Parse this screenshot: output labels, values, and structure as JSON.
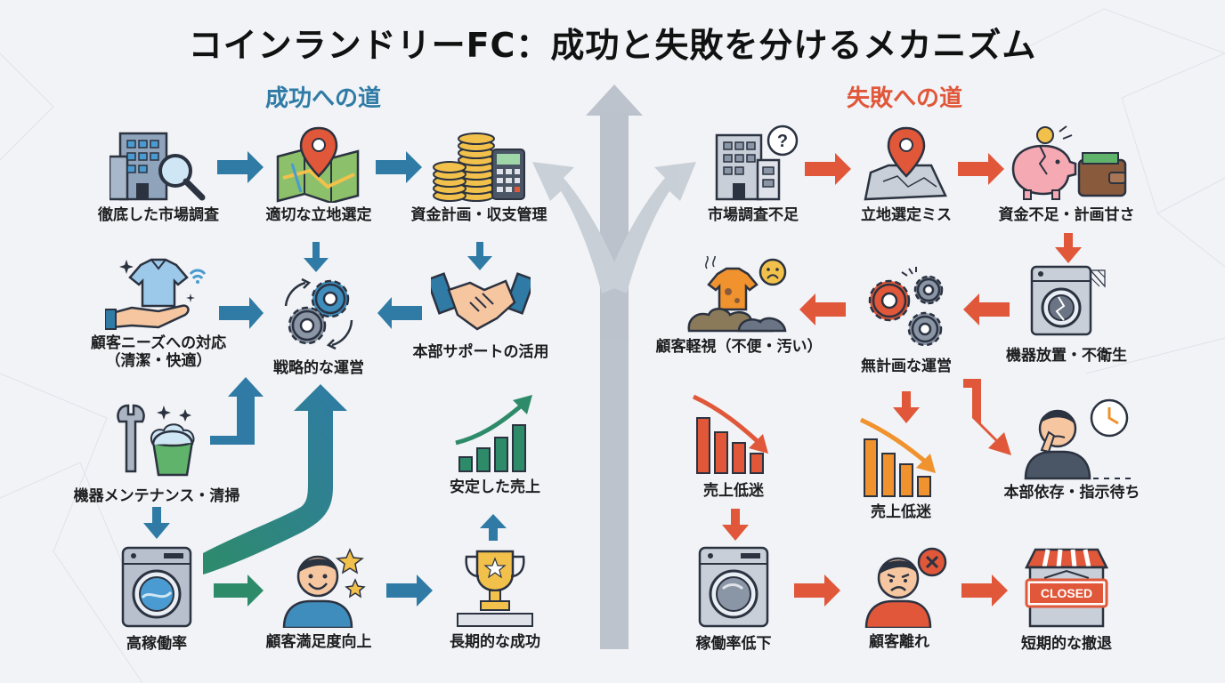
{
  "title": "コインランドリーFC：成功と失敗を分けるメカニズム",
  "colors": {
    "success": "#2f7ba6",
    "success_green": "#2e8b6a",
    "failure": "#e0573a",
    "failure_orange": "#f0922e",
    "road": "#c3c9d1",
    "dark": "#2b3240"
  },
  "success": {
    "heading": "成功への道",
    "nodes": {
      "market_research": "徹底した市場調査",
      "location": "適切な立地選定",
      "finance": "資金計画・収支管理",
      "customer_needs": "顧客ニーズへの対応",
      "customer_needs_sub": "（清潔・快適）",
      "strategy": "戦略的な運営",
      "hq_support": "本部サポートの活用",
      "maintenance": "機器メンテナンス・清掃",
      "stable_sales": "安定した売上",
      "high_utilization": "高稼働率",
      "satisfaction": "顧客満足度向上",
      "long_term": "長期的な成功"
    }
  },
  "failure": {
    "heading": "失敗への道",
    "nodes": {
      "no_research": "市場調査不足",
      "bad_location": "立地選定ミス",
      "no_funds": "資金不足・計画甘さ",
      "neglect_customer": "顧客軽視（不便・汚い）",
      "unplanned": "無計画な運営",
      "neglect_machines": "機器放置・不衛生",
      "sales_drop_left": "売上低迷",
      "sales_drop_mid": "売上低迷",
      "hq_dependence": "本部依存・指示待ち",
      "low_utilization": "稼働率低下",
      "customer_leave": "顧客離れ",
      "short_withdraw": "短期的な撤退",
      "closed_sign": "CLOSED"
    }
  },
  "icons": [
    "building-magnifier-icon",
    "map-pin-icon",
    "coins-calculator-icon",
    "shirt-hand-icon",
    "gears-icon",
    "handshake-icon",
    "wrench-bucket-icon",
    "growth-chart-icon",
    "washing-machine-icon",
    "happy-customer-icon",
    "trophy-icon",
    "building-question-icon",
    "cracked-map-icon",
    "broken-piggybank-wallet-icon",
    "dirty-laundry-icon",
    "gears-warning-icon",
    "broken-machine-icon",
    "declining-chart-icon",
    "worried-person-clock-icon",
    "angry-customer-icon",
    "closed-shop-icon"
  ]
}
